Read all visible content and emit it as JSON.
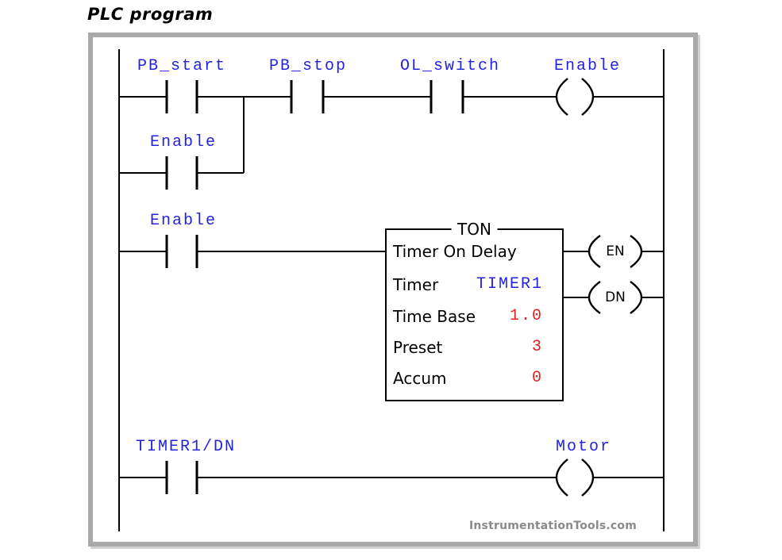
{
  "title": "PLC program",
  "watermark": "InstrumentationTools.com",
  "colors": {
    "label_blue": "#2323dd",
    "value_red": "#e42222",
    "line_black": "#000000",
    "frame_gray": "#a9a9a9",
    "watermark_gray": "#8a8a8a"
  },
  "ladder": {
    "rung1": {
      "contacts": [
        {
          "label": "PB_start"
        },
        {
          "label": "PB_stop"
        },
        {
          "label": "OL_switch"
        }
      ],
      "coil": {
        "label": "Enable"
      }
    },
    "branch": {
      "contact": {
        "label": "Enable"
      }
    },
    "rung2": {
      "contact": {
        "label": "Enable"
      },
      "timer_block": {
        "type": "TON",
        "name": "Timer On Delay",
        "params": [
          {
            "label": "Timer",
            "value": "TIMER1"
          },
          {
            "label": "Time Base",
            "value": "1.0"
          },
          {
            "label": "Preset",
            "value": "3"
          },
          {
            "label": "Accum",
            "value": "0"
          }
        ],
        "outputs": [
          {
            "label": "EN"
          },
          {
            "label": "DN"
          }
        ]
      }
    },
    "rung3": {
      "contact": {
        "label": "TIMER1/DN"
      },
      "coil": {
        "label": "Motor"
      }
    }
  }
}
